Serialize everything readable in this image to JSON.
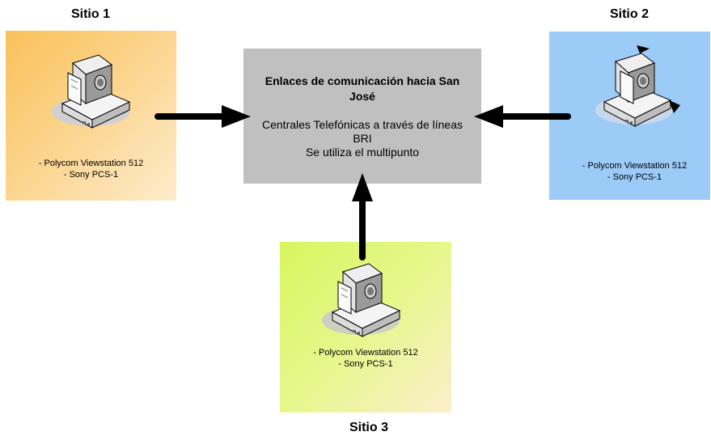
{
  "sites": [
    {
      "title": "Sitio 1",
      "items": [
        "- Polycom Viewstation 512",
        "- Sony PCS-1"
      ]
    },
    {
      "title": "Sitio 2",
      "items": [
        "- Polycom Viewstation 512",
        "- Sony PCS-1"
      ]
    },
    {
      "title": "Sitio 3",
      "items": [
        "- Polycom Viewstation 512",
        "- Sony PCS-1"
      ]
    }
  ],
  "center": {
    "title_line1": "Enlaces de comunicación hacia San",
    "title_line2": "José",
    "body_line1": "Centrales Telefónicas a través de líneas",
    "body_line2": "BRI",
    "body_line3": "Se utiliza el multipunto"
  },
  "colors": {
    "site1": "#f9c15a",
    "site2": "#9ccbf8",
    "site3": "#d8f55e",
    "center": "#c0c0c0",
    "arrow": "#000000"
  },
  "icons": [
    "videoconference-camera-icon",
    "arrow-icon"
  ]
}
